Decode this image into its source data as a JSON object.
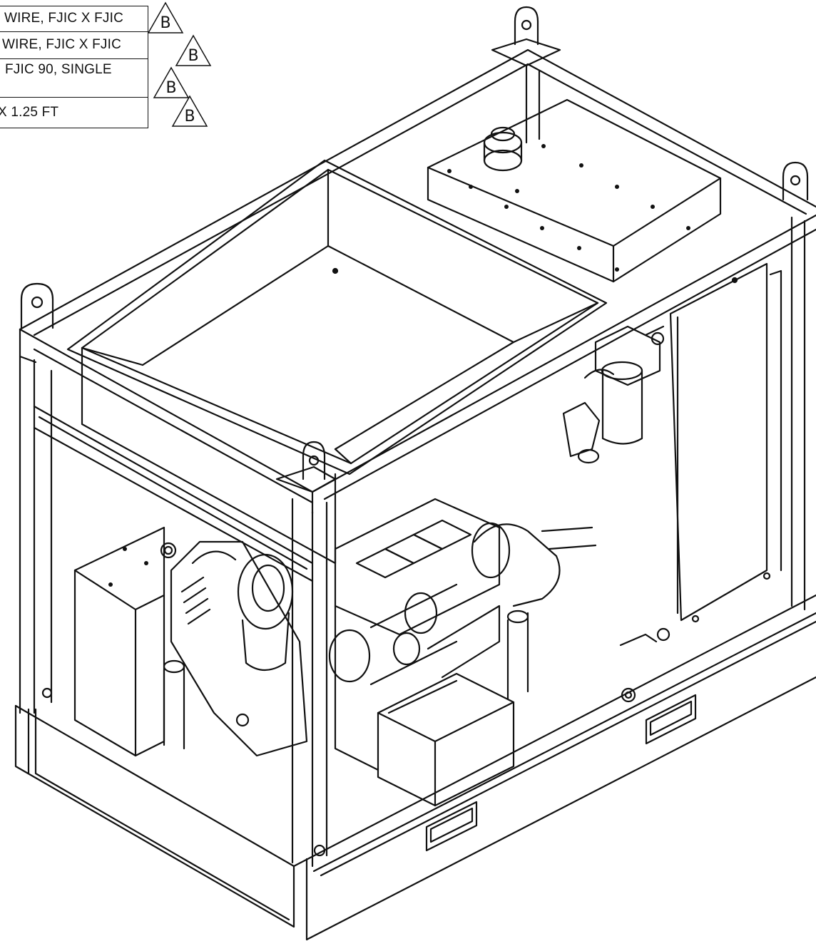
{
  "bom": {
    "rows": [
      {
        "text": "WIRE, FJIC X FJIC",
        "rev": "B"
      },
      {
        "text": "WIRE, FJIC X FJIC",
        "rev": "B"
      },
      {
        "text": "FJIC 90, SINGLE",
        "rev": "B"
      },
      {
        "text": "X 1.25 FT",
        "rev": "B"
      }
    ]
  }
}
